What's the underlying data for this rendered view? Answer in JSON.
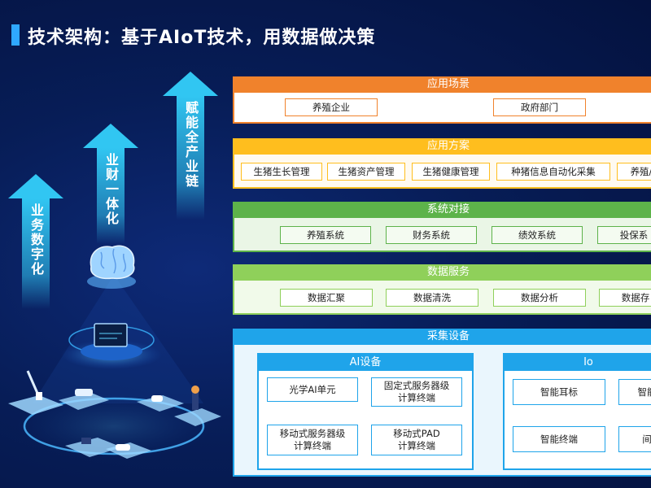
{
  "title": "技术架构：基于AIoT技术，用数据做决策",
  "arrows": [
    {
      "text": "业务数字化"
    },
    {
      "text": "业财一体化"
    },
    {
      "text": "赋能全产业链"
    }
  ],
  "layers": {
    "app_scene": {
      "title": "应用场景",
      "items": [
        "养殖企业",
        "政府部门"
      ]
    },
    "app_solution": {
      "title": "应用方案",
      "items": [
        "生猪生长管理",
        "生猪资产管理",
        "生猪健康管理",
        "种猪信息自动化采集",
        "养殖/"
      ]
    },
    "system_link": {
      "title": "系统对接",
      "items": [
        "养殖系统",
        "财务系统",
        "绩效系统",
        "投保系"
      ]
    },
    "data_service": {
      "title": "数据服务",
      "items": [
        "数据汇聚",
        "数据清洗",
        "数据分析",
        "数据存"
      ]
    },
    "collection": {
      "title": "采集设备",
      "ai_group": {
        "title": "AI设备",
        "items": [
          "光学AI单元",
          "固定式服务器级\n计算终端",
          "移动式服务器级\n计算终端",
          "移动式PAD\n计算终端"
        ]
      },
      "iot_group": {
        "title": "Io",
        "items": [
          "智能耳标",
          "智能",
          "智能终端",
          "间"
        ]
      }
    }
  },
  "colors": {
    "background": "#071d57",
    "arrow": "#31c6f2",
    "scene": "#f0822c",
    "solution": "#ffbe1e",
    "system": "#5db34a",
    "data": "#8fd05a",
    "collection": "#1fa4ea"
  }
}
